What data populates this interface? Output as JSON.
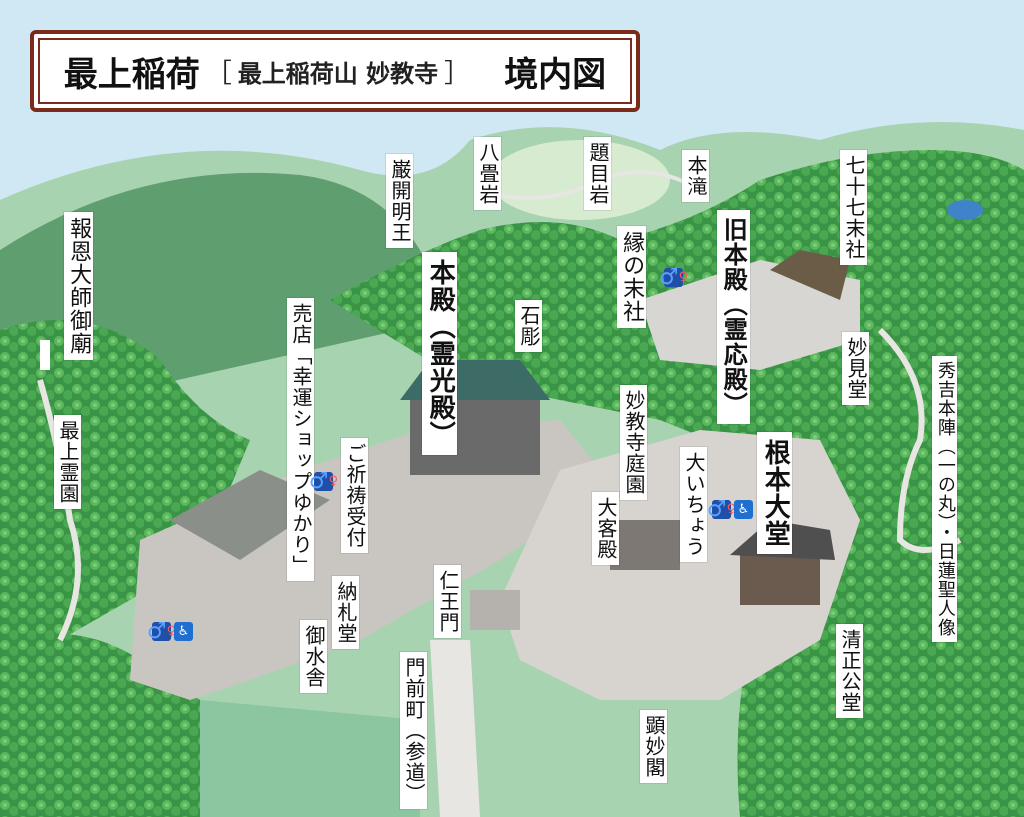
{
  "title": {
    "main": "最上稲荷",
    "bracket_open": "［",
    "sub": "最上稲荷山 妙教寺",
    "bracket_close": "］",
    "suffix": "境内図"
  },
  "labels": {
    "houon": "報恩大師御廟",
    "saijo_reien": "最上霊園",
    "ganka": "巌開明王",
    "hachijoiwa": "八畳岩",
    "daimokuiwa": "題目岩",
    "hontaki": "本滝",
    "shichijushichi": "七十七末社",
    "kyuhonden": "旧本殿（霊応殿）",
    "enno_massha": "縁の末社",
    "honden": "本殿（霊光殿）",
    "sekiei": "石彫",
    "baiten": "売店「幸運ショップゆかり」",
    "goshinto": "ご祈祷受付",
    "myokenhall": "妙見堂",
    "hideyoshi": "秀吉本陣（一の丸）・日蓮聖人像",
    "myokyoji_garden": "妙教寺庭園",
    "oicho": "大いちょう",
    "konpondo": "根本大堂",
    "kyakuden": "大客殿",
    "niomon": "仁王門",
    "nousatsu": "納札堂",
    "omizuya": "御水舎",
    "monzen": "門前町（参道）",
    "seishokodo": "清正公堂",
    "kenmyokaku": "顕妙閣"
  },
  "icons": {
    "restroom": "restroom-icon",
    "accessible": "wheelchair-icon"
  },
  "colors": {
    "title_border": "#7a2b1c",
    "forest": "#3e9a4a",
    "plaza": "#c9c6c2",
    "sky": "#cfe8f3",
    "restroom_sign": "#1f4fa6"
  }
}
